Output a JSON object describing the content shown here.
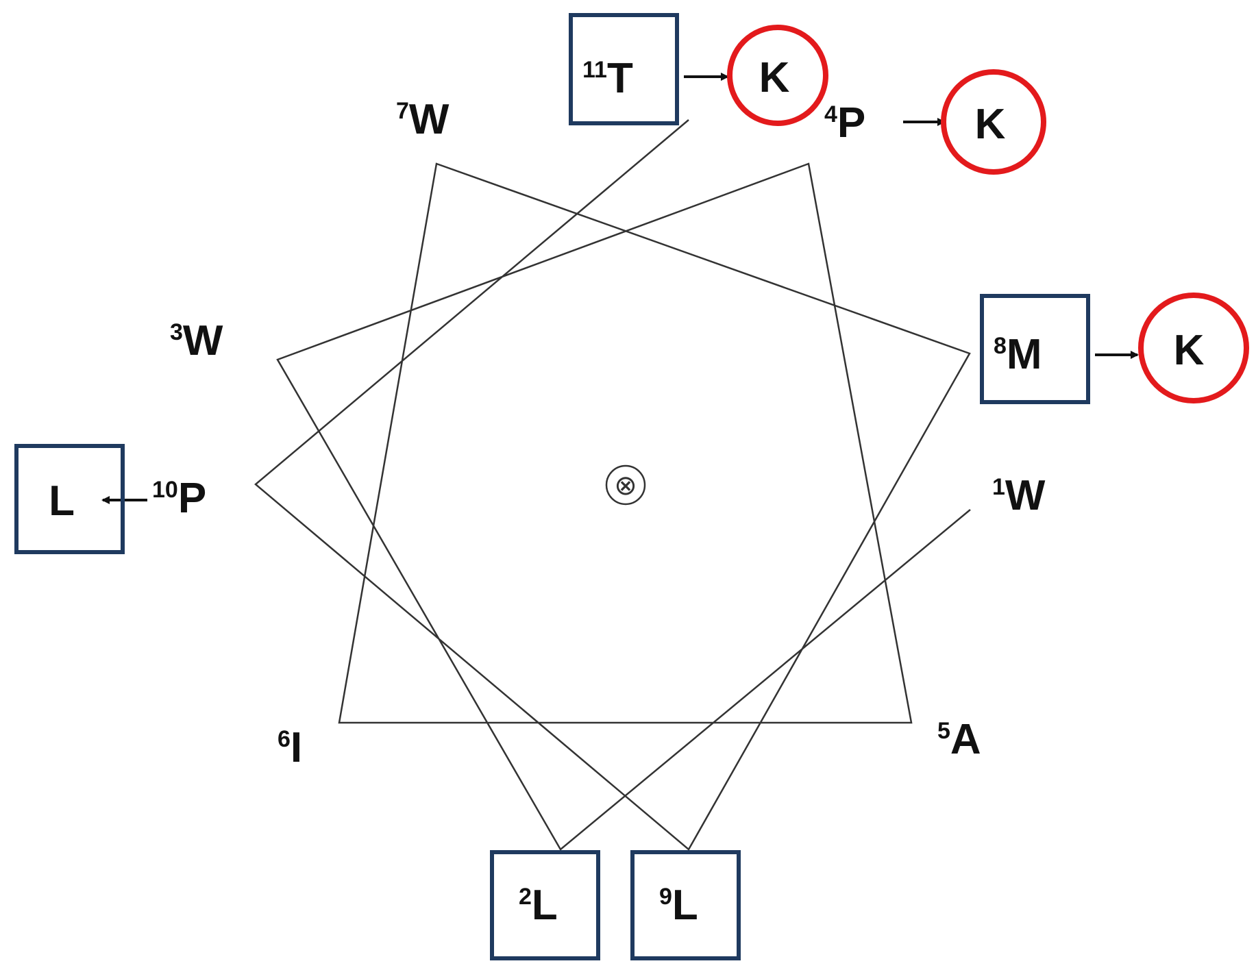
{
  "diagram": {
    "type": "helical-wheel",
    "center_symbol": "⊗",
    "residues": [
      {
        "num": "1",
        "aa": "W",
        "boxed": false
      },
      {
        "num": "2",
        "aa": "L",
        "boxed": true
      },
      {
        "num": "3",
        "aa": "W",
        "boxed": false
      },
      {
        "num": "4",
        "aa": "P",
        "boxed": false
      },
      {
        "num": "5",
        "aa": "A",
        "boxed": false
      },
      {
        "num": "6",
        "aa": "I",
        "boxed": false
      },
      {
        "num": "7",
        "aa": "W",
        "boxed": false
      },
      {
        "num": "8",
        "aa": "M",
        "boxed": true
      },
      {
        "num": "9",
        "aa": "L",
        "boxed": true
      },
      {
        "num": "10",
        "aa": "P",
        "boxed": false
      },
      {
        "num": "11",
        "aa": "T",
        "boxed": true
      }
    ],
    "substitutions": [
      {
        "from": "11",
        "to": "K",
        "marker": "circle",
        "direction": "right"
      },
      {
        "from": "4",
        "to": "K",
        "marker": "circle",
        "direction": "right"
      },
      {
        "from": "8",
        "to": "K",
        "marker": "circle",
        "direction": "right"
      },
      {
        "from": "10",
        "to": "L",
        "marker": "box",
        "direction": "left"
      }
    ],
    "colors": {
      "box": "#1f3a5f",
      "circle": "#e31a1c",
      "line": "#333333",
      "text": "#111111"
    }
  }
}
